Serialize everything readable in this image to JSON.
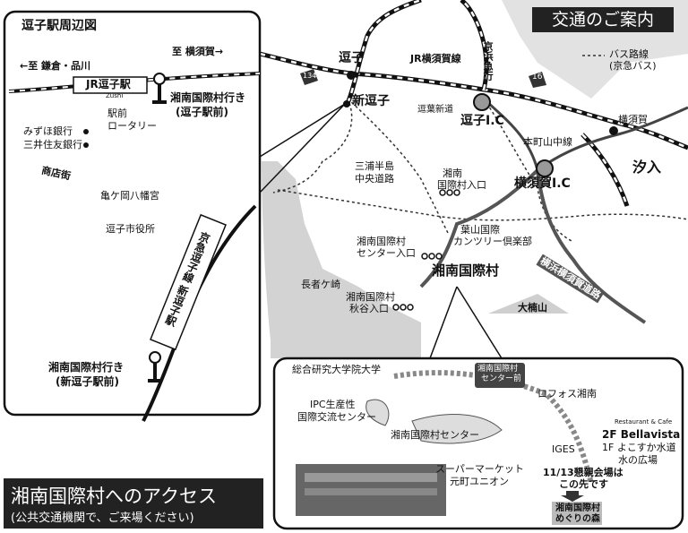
{
  "header": {
    "title": "交通のご案内"
  },
  "access_banner": {
    "line1": "湘南国際村へのアクセス",
    "line2": "(公共交通機関で、ご来場ください)"
  },
  "zushi_inset": {
    "title": "逗子駅周辺図",
    "dir_kamakura": "←至 鎌倉・品川",
    "dir_yokosuka": "至 横須賀→",
    "station_name": "JR逗子駅",
    "station_roman": "Zushi",
    "bus_stop_line1": "湘南国際村行き",
    "bus_stop_line2": "(逗子駅前)",
    "rotary_line1": "駅前",
    "rotary_line2": "ロータリー",
    "bank1": "みずほ銀行",
    "bank2": "三井住友銀行",
    "shopping_street": "商店街",
    "shrine": "亀ケ岡八幡宮",
    "city_office": "逗子市役所",
    "keikyu_line": "京急逗子線 新逗子駅",
    "bus_stop2_line1": "湘南国際村行き",
    "bus_stop2_line2": "(新逗子駅前)"
  },
  "main_map": {
    "zushi": "逗子",
    "shin_zushi": "新逗子",
    "jr_yokosuka_line": "JR横須賀線",
    "keihin_kyuko": "京浜急行",
    "route_16": "16",
    "route_134": "134",
    "zushi_ic": "逗子I.C",
    "yokosuka_ic": "横須賀I.C",
    "zushi_shinjuku": "逗葉新道",
    "honcho_line": "本町山中線",
    "yokosuka": "横須賀",
    "shioiri": "汐入",
    "miura_road_line1": "三浦半島",
    "miura_road_line2": "中央道路",
    "shonan_entrance_line1": "湘南",
    "shonan_entrance_line2": "国際村入口",
    "hayama_cc_line1": "葉山国際",
    "hayama_cc_line2": "カンツリー倶楽部",
    "center_entrance_line1": "湘南国際村",
    "center_entrance_line2": "センター入口",
    "shonan_village": "湘南国際村",
    "yokohama_yokosuka_road": "横浜横須賀道路",
    "nagaigasaki": "長者ケ崎",
    "akiya_entrance_line1": "湘南国際村",
    "akiya_entrance_line2": "秋谷入口",
    "ogusuyama": "大楠山"
  },
  "bus_legend": {
    "line1": "バス路線",
    "line2": "(京急バス)"
  },
  "detail_inset": {
    "sokendai": "総合研究大学院大学",
    "center_mae_line1": "湘南国際村",
    "center_mae_line2": "センター前",
    "ipc_line1": "IPC生産性",
    "ipc_line2": "国際交流センター",
    "lofos": "ロフォス湘南",
    "center": "湘南国際村センター",
    "iges": "IGES",
    "restaurant_label": "Restaurant & Cafe",
    "bellavista": "2F Bellavista",
    "water_plaza_line1": "1F よこすか水道",
    "water_plaza_line2": "水の広場",
    "supermarket_line1": "スーパーマーケット",
    "supermarket_line2": "元町ユニオン",
    "meeting_line1": "11/13懇親会場は",
    "meeting_line2": "この先です",
    "forest_line1": "湘南国際村",
    "forest_line2": "めぐりの森"
  },
  "colors": {
    "water": "#ffffff",
    "land": "#d9d9d9",
    "rail": "#111111",
    "banner": "#222222"
  }
}
